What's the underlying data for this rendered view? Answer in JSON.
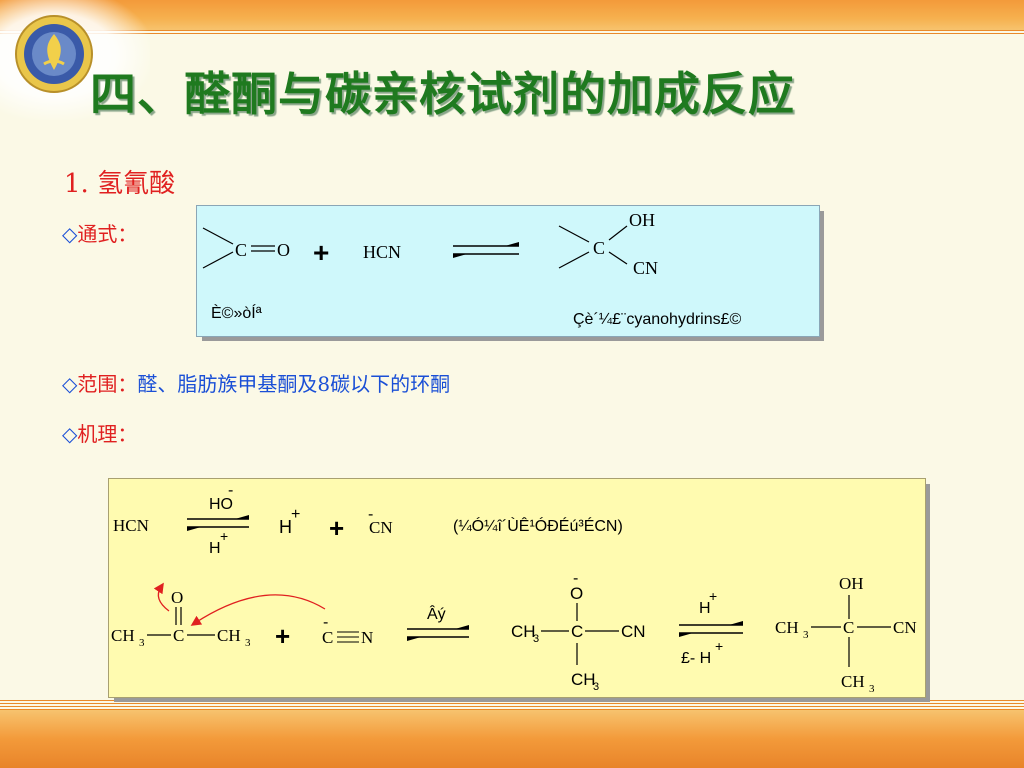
{
  "title": "四、醛酮与碳亲核试剂的加成反应",
  "section": "1. 氢氰酸",
  "bullets": {
    "general_label": "通式：",
    "scope_label": "范围：",
    "scope_text": "醛、脂肪族甲基酮及8碳以下的环酮",
    "mechanism_label": "机理："
  },
  "general_eq": {
    "c_eq_o_c": "C",
    "c_eq_o_eq": "═",
    "c_eq_o_o": "O",
    "plus": "+",
    "reagent": "HCN",
    "product_c": "C",
    "oh": "OH",
    "cn": "CN",
    "left_caption": "È©»òÍª",
    "right_caption": "Çè´¼£¨cyanohydrins£©"
  },
  "mechanism": {
    "hcn": "HCN",
    "ho_minus": "HO",
    "minus": "-",
    "plus_sup": "+",
    "h": "H",
    "h_plus_below": "H",
    "plus": "+",
    "cn_minus": "CN",
    "note": "(¼Ó¼î´ÙÊ¹ÓÐÉú³ÉCN)",
    "o": "O",
    "ch3": "CH",
    "sub3": "3",
    "c": "C",
    "triple_c": "C",
    "triple": "≡",
    "triple_n": "N",
    "slow": "Âý",
    "o_minus": "O",
    "cn": "CN",
    "h_plus_top": "H",
    "minus_h_plus": "£- H",
    "oh": "OH"
  },
  "colors": {
    "title": "#1f7a1f",
    "red": "#e02020",
    "blue": "#1a4fd6",
    "box_cyan": "#cff8fb",
    "box_yellow": "#fffbb0",
    "arrow_red": "#e02020"
  }
}
